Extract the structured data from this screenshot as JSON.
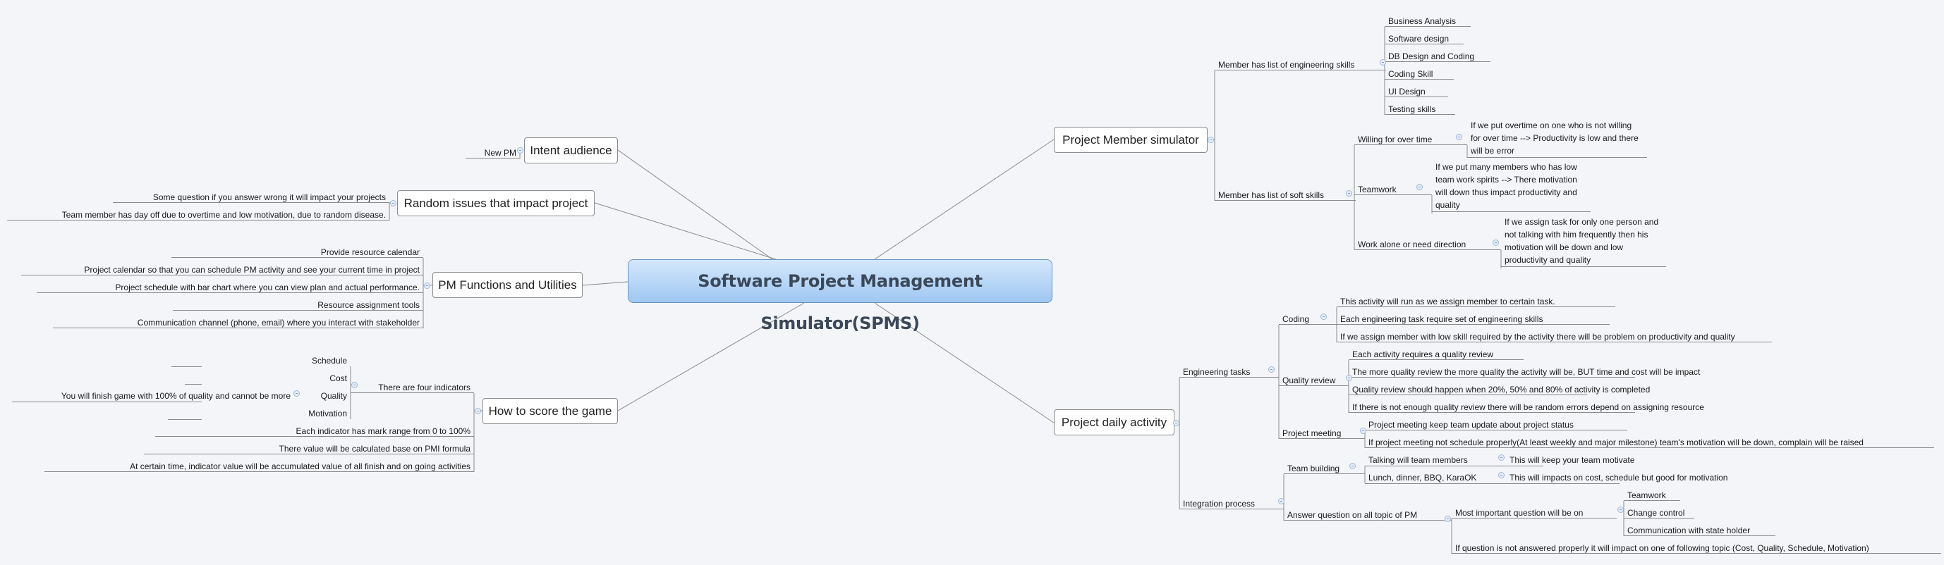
{
  "center": {
    "title": "Software Project Management Simulator(SPMS)"
  },
  "intent": {
    "label": "Intent audience",
    "items": [
      "New PM"
    ]
  },
  "random": {
    "label": "Random issues that impact project",
    "items": [
      "Some question if you answer wrong it will impact your projects",
      "Team member has day off due to overtime and low motivation, due to random disease."
    ]
  },
  "pm_functions": {
    "label": "PM Functions and Utilities",
    "items": [
      "Provide resource calendar",
      "Project calendar so that you can schedule PM activity and see your current time in project",
      "Project schedule with bar chart where you can view plan and actual performance.",
      "Resource assignment tools",
      "Communication channel (phone, email) where you interact with stakeholder"
    ]
  },
  "score": {
    "label": "How to score the game",
    "indicators": {
      "label": "There are four indicators",
      "items": [
        "Schedule",
        "Cost",
        "Quality",
        "Motivation"
      ],
      "quality_note": "You will finish game with 100% of quality and cannot be more"
    },
    "notes": [
      "Each indicator has mark range from 0 to 100%",
      "There value will be calculated base on PMI formula",
      "At certain time, indicator value will be accumulated value of all finish and on going activities"
    ]
  },
  "member": {
    "label": "Project Member simulator",
    "engineering": {
      "label": "Member has list of engineering skills",
      "items": [
        "Business Analysis",
        "Software design",
        "DB Design and Coding",
        "Coding Skill",
        "UI Design",
        "Testing skills"
      ]
    },
    "soft": {
      "label": "Member has list of soft skills",
      "items": [
        {
          "label": "Willing for over time",
          "note": "If we put overtime on one who is not willing for over time --> Productivity is low and there will be error"
        },
        {
          "label": "Teamwork",
          "note": "If we put many members who has low team work spirits --> There motivation will down thus impact productivity and quality"
        },
        {
          "label": "Work alone or need direction",
          "note": "If we assign task for only one person and not talking with him frequently then his motivation will be down and low productivity and quality"
        }
      ]
    }
  },
  "daily": {
    "label": "Project daily activity",
    "engineering": {
      "label": "Engineering tasks",
      "coding": {
        "label": "Coding",
        "items": [
          "This activity will run as we assign member to certain task.",
          "Each engineering task require set of engineering skills",
          "If we assign member with low skill required by the activity there will be problem on productivity and quality"
        ]
      },
      "quality": {
        "label": "Quality review",
        "items": [
          "Each activity requires a quality review",
          "The more quality review the more quality the activity will be, BUT time and cost will be impact",
          "Quality review should happen when 20%, 50% and 80% of activity is completed",
          "If there is not enough quality review there will be random errors depend on assigning resource"
        ]
      },
      "meeting": {
        "label": "Project meeting",
        "items": [
          "Project meeting keep team update about project status",
          "If project meeting not schedule properly(At least weekly and major milestone) team's motivation will be down, complain will be raised"
        ]
      }
    },
    "integration": {
      "label": "Integration process",
      "team_building": {
        "label": "Team building",
        "items": [
          {
            "label": "Talking will team members",
            "note": "This will keep your team motivate"
          },
          {
            "label": "Lunch, dinner, BBQ, KaraOK",
            "note": "This will impacts on cost, schedule but good for motivation"
          }
        ]
      },
      "answer": {
        "label": "Answer question on all topic of PM",
        "important": {
          "label": "Most important question will be on",
          "items": [
            "Teamwork",
            "Change control",
            "Communication with state holder"
          ]
        },
        "note": "If question is not answered properly it will impact on one of following topic (Cost, Quality, Schedule, Motivation)"
      }
    }
  }
}
